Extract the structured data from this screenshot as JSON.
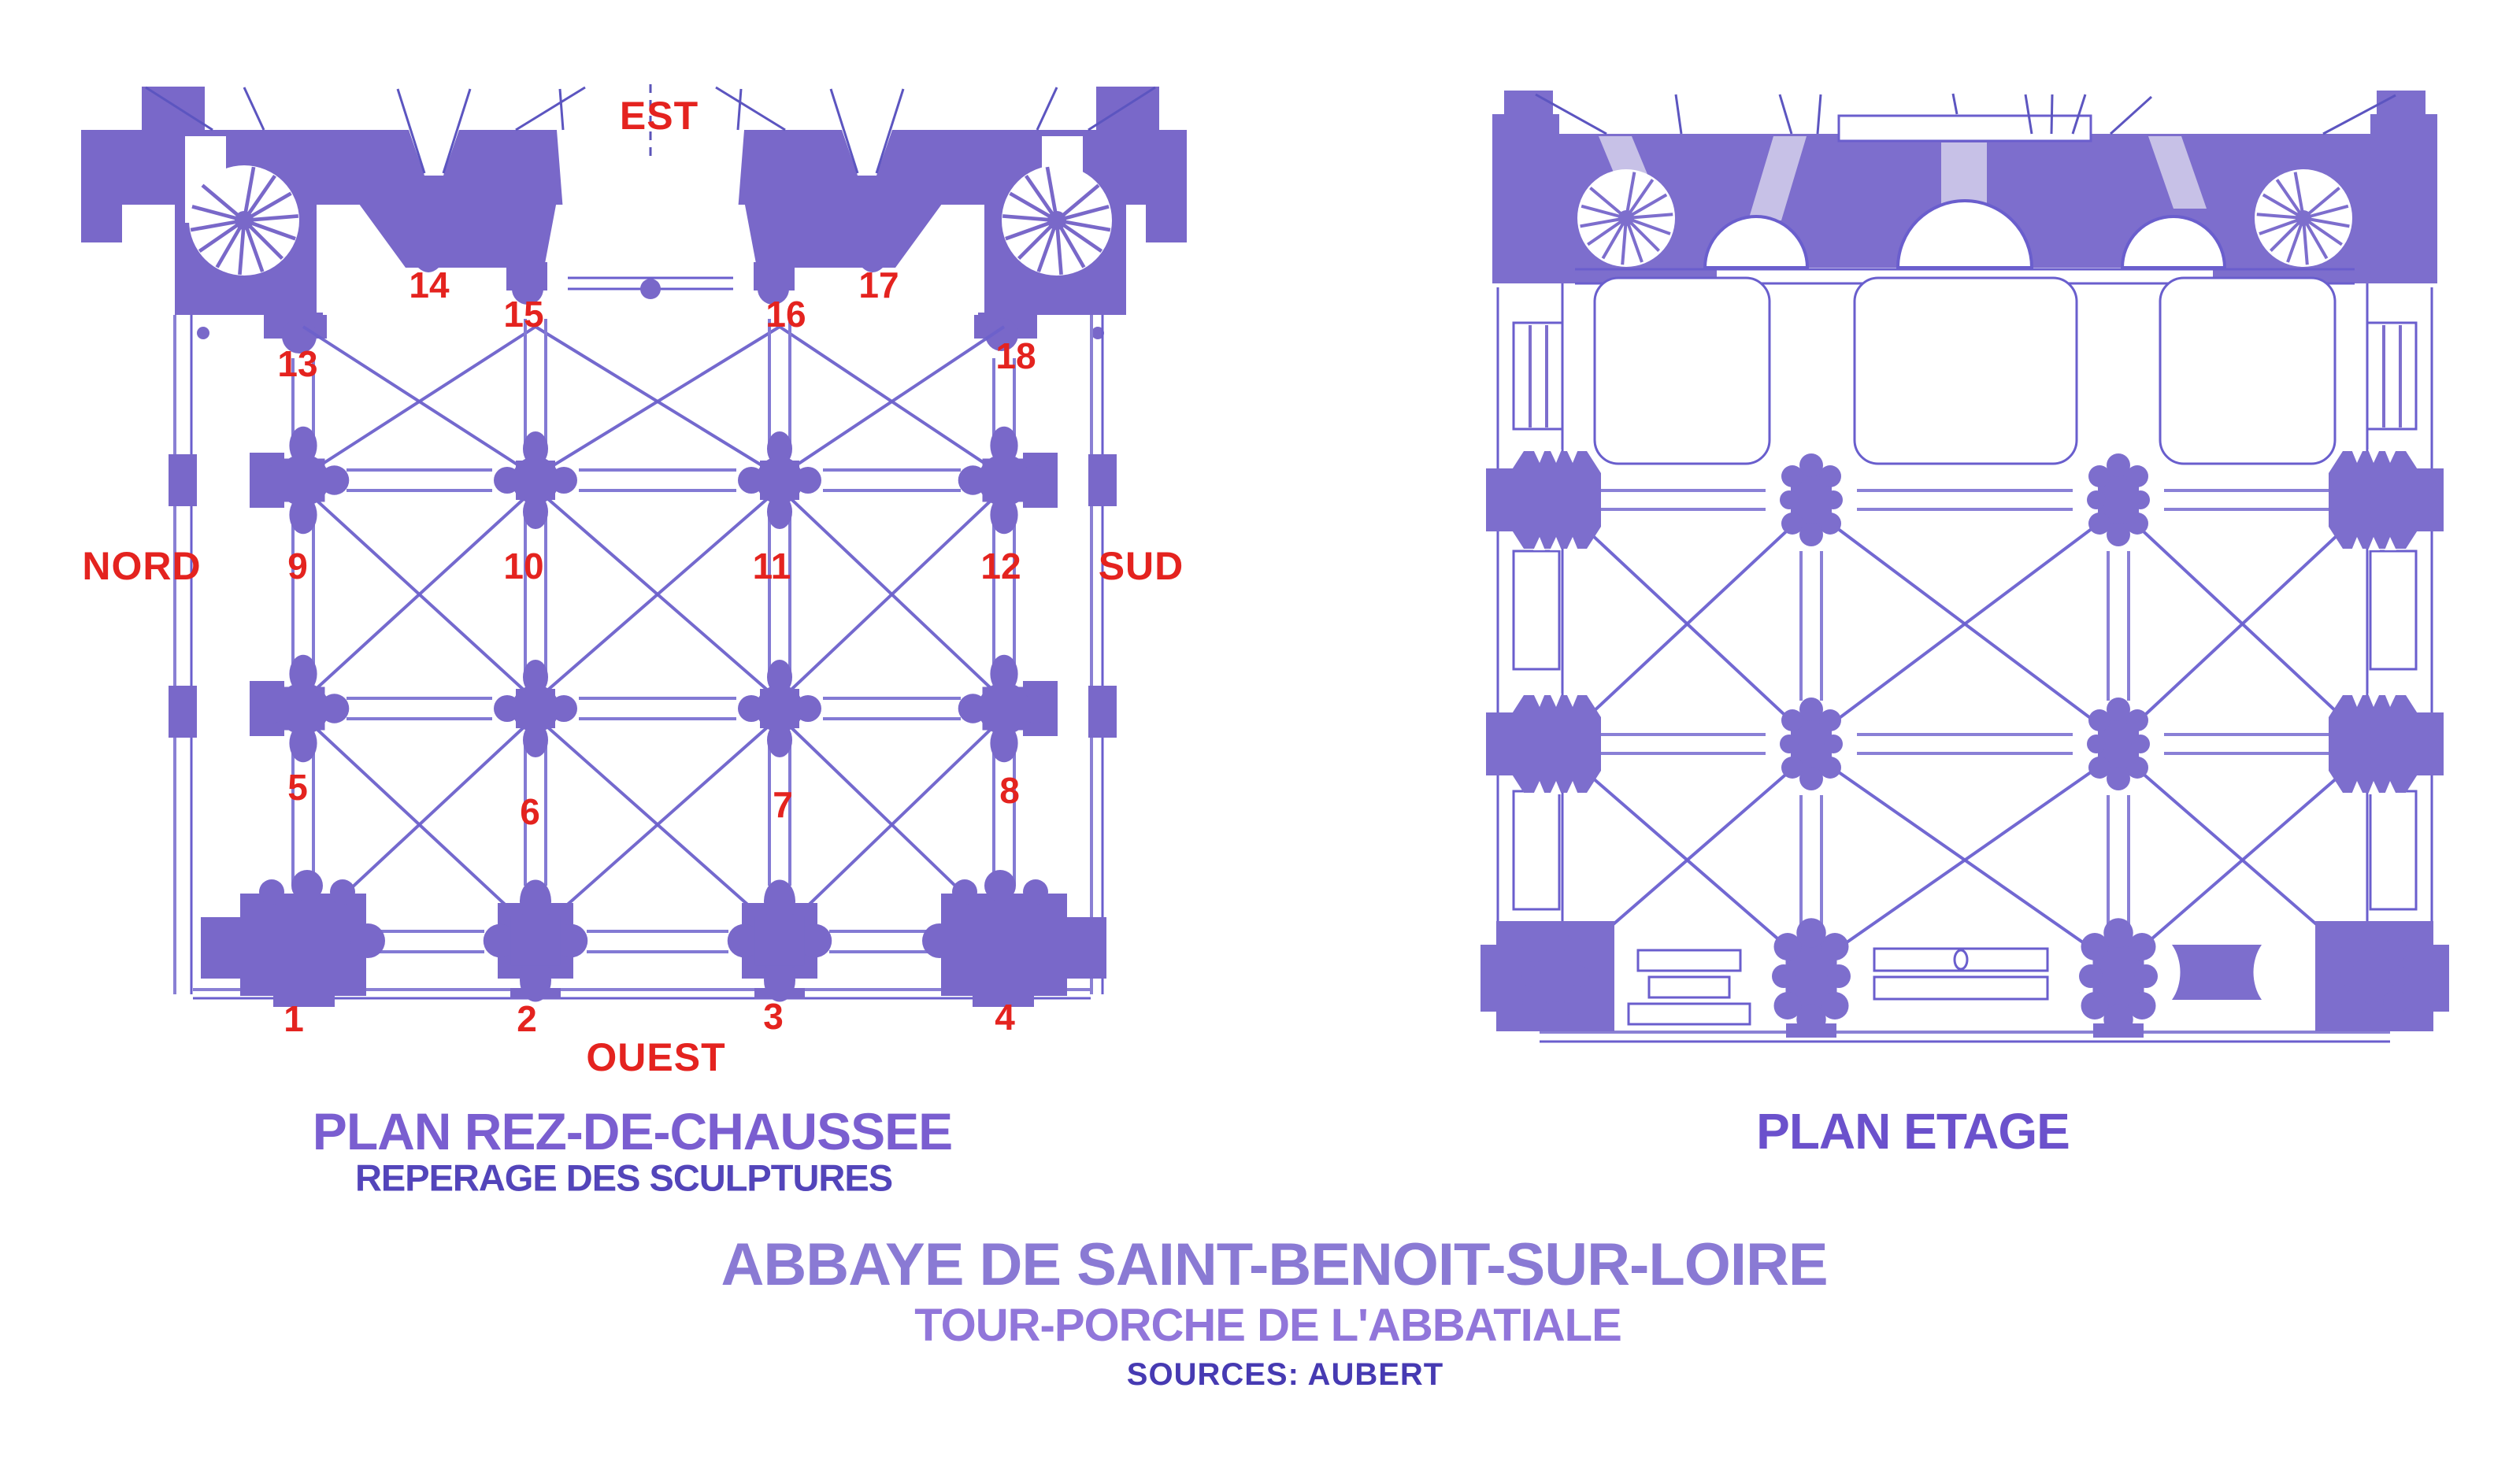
{
  "colors": {
    "wall_purple": "#7968c9",
    "wall_purple_light": "#7d6ecd",
    "splay_lavender": "#c7c1e7",
    "line_purple": "#6a5ecd",
    "marker_red": "#e4231f"
  },
  "ground_plan": {
    "caption": "PLAN REZ-DE-CHAUSSEE",
    "subcaption": "REPERAGE DES SCULPTURES",
    "directions": {
      "east": "EST",
      "north": "NORD",
      "south": "SUD",
      "west": "OUEST"
    },
    "markers": [
      {
        "value": "1"
      },
      {
        "value": "2"
      },
      {
        "value": "3"
      },
      {
        "value": "4"
      },
      {
        "value": "5"
      },
      {
        "value": "6"
      },
      {
        "value": "7"
      },
      {
        "value": "8"
      },
      {
        "value": "9"
      },
      {
        "value": "10"
      },
      {
        "value": "11"
      },
      {
        "value": "12"
      },
      {
        "value": "13"
      },
      {
        "value": "14"
      },
      {
        "value": "15"
      },
      {
        "value": "16"
      },
      {
        "value": "17"
      },
      {
        "value": "18"
      }
    ]
  },
  "upper_plan": {
    "caption": "PLAN ETAGE"
  },
  "footer": {
    "title": "ABBAYE DE SAINT-BENOIT-SUR-LOIRE",
    "subtitle": "TOUR-PORCHE DE L'ABBATIALE",
    "source": "SOURCES: AUBERT"
  }
}
